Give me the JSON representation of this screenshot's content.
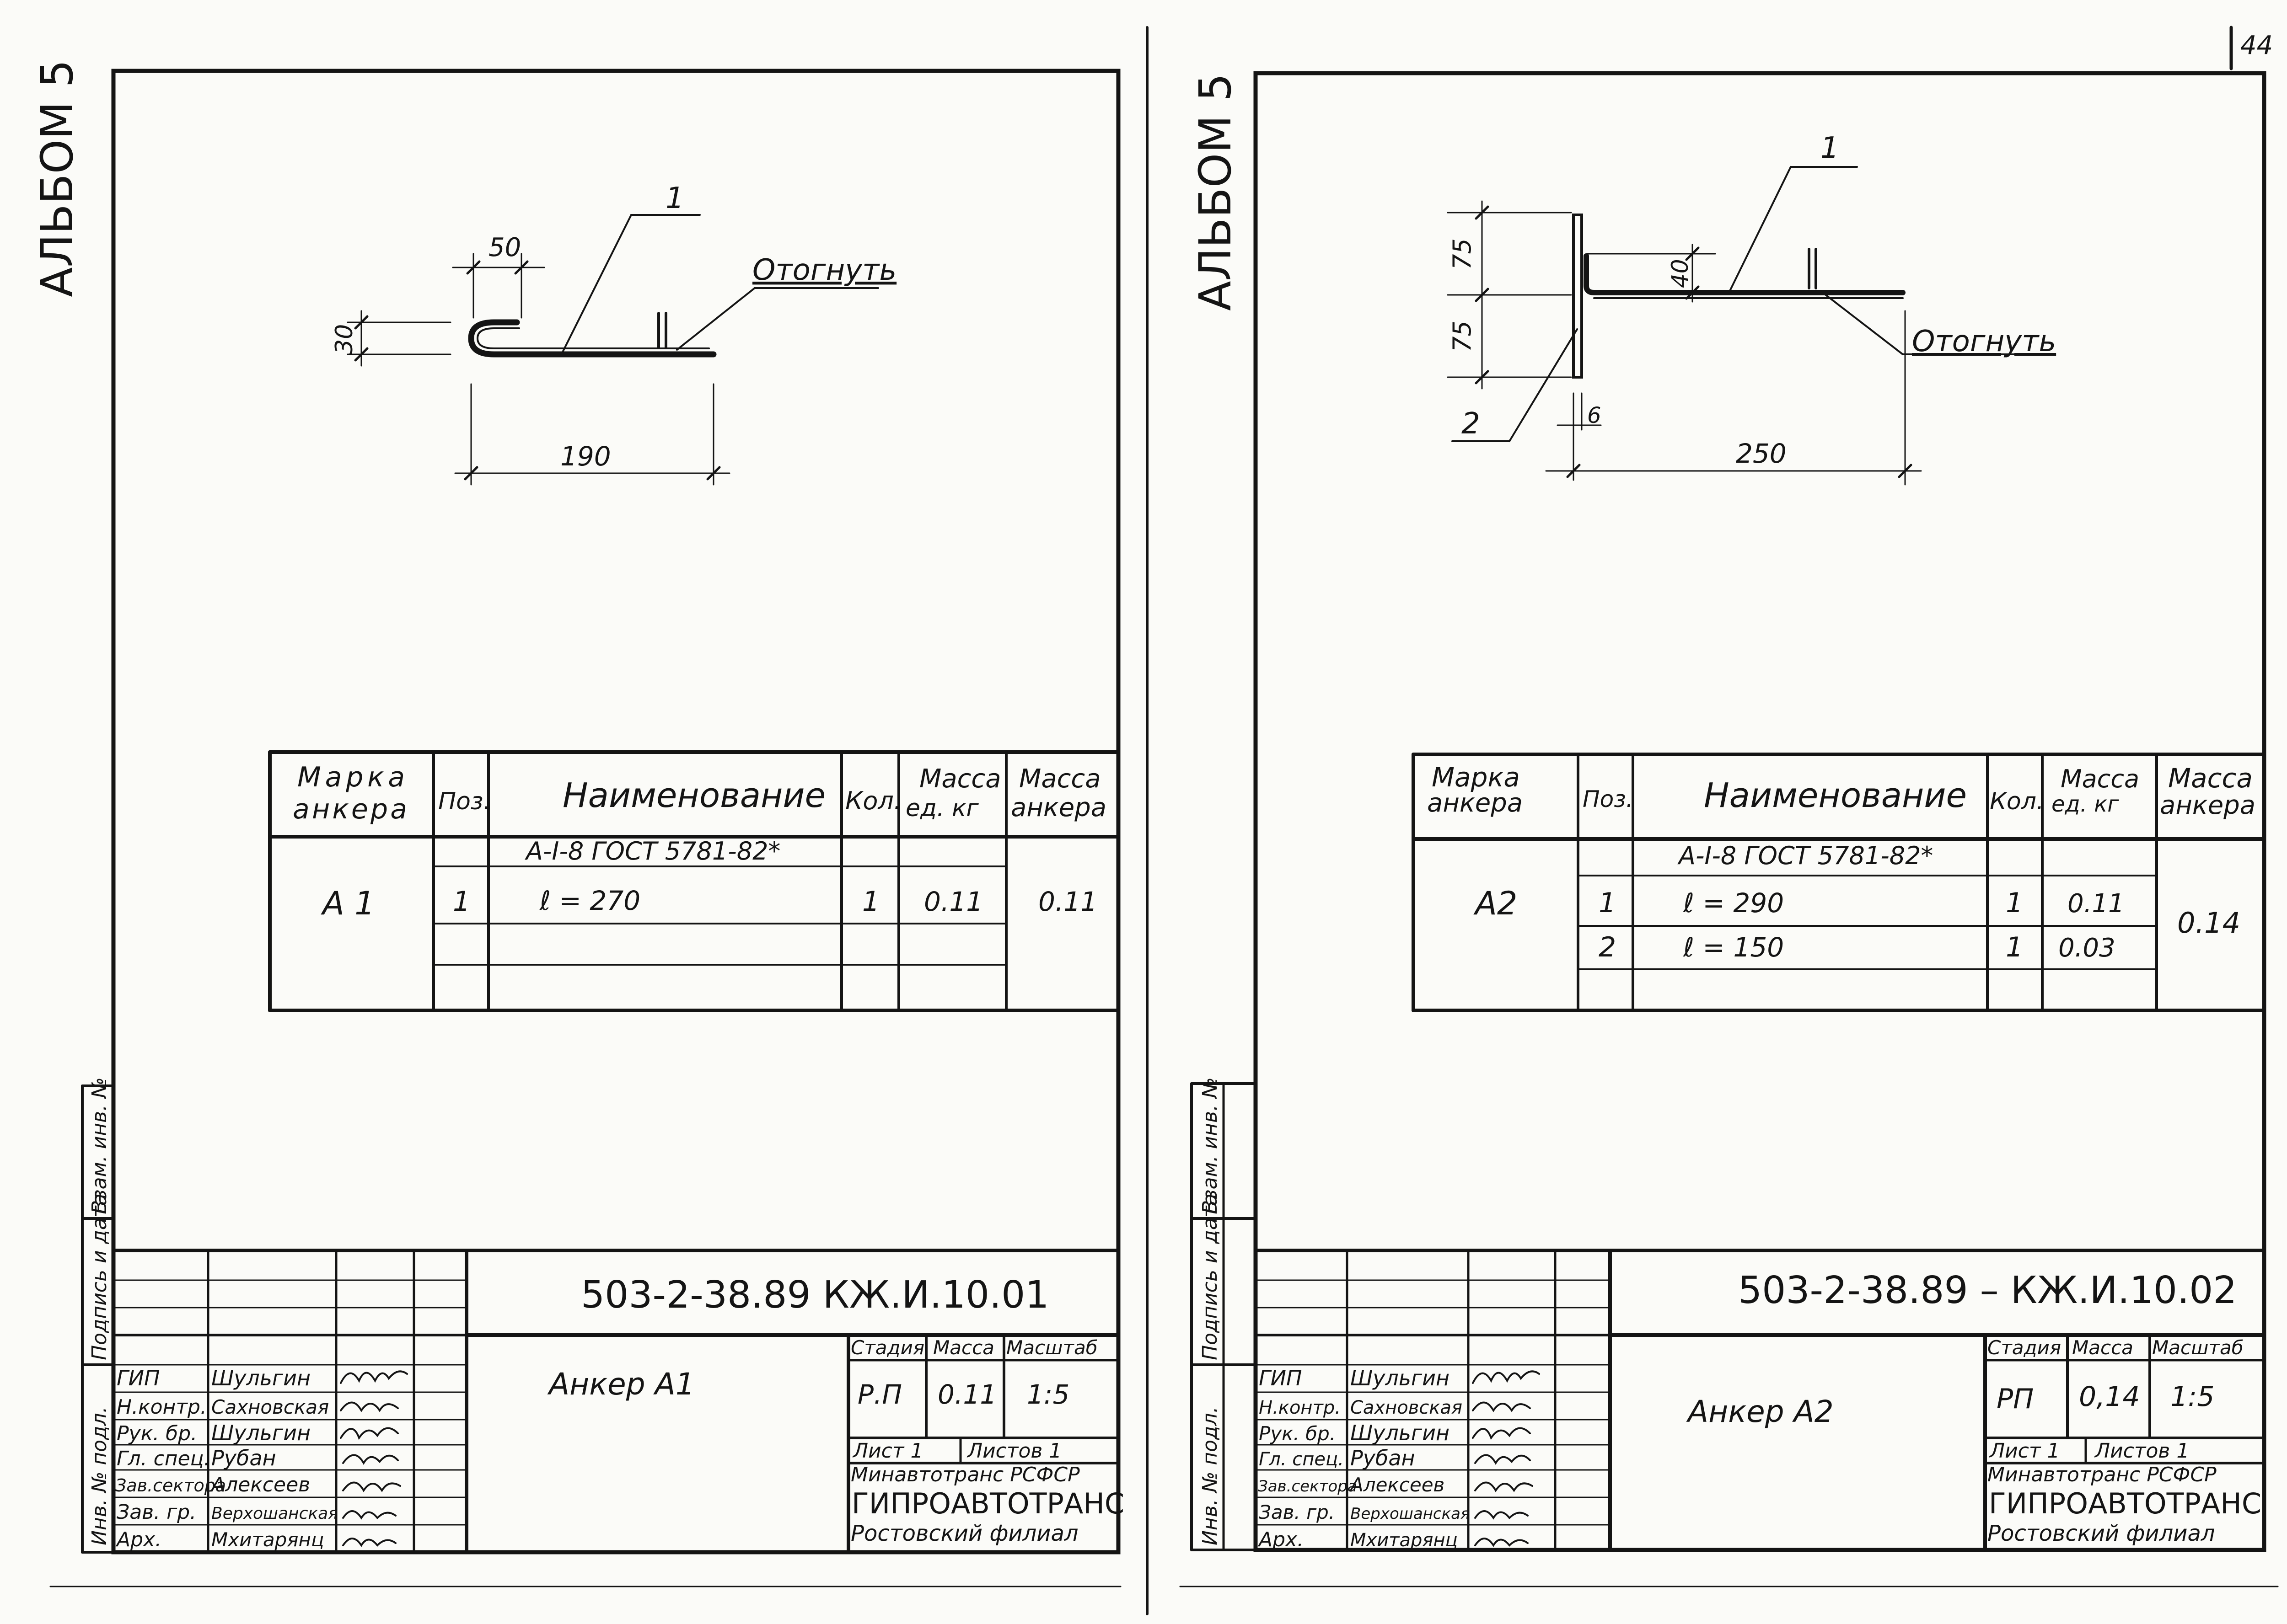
{
  "page_number": "44",
  "sheets": [
    {
      "album_label": "АЛЬБОМ 5",
      "drawing": {
        "callout": "1",
        "note": "Отогнуть",
        "dimensions": {
          "bend_width": "50",
          "bend_height": "30",
          "total_length": "190"
        }
      },
      "spec_table": {
        "headers": [
          "Марка анкера",
          "Поз.",
          "Наименование",
          "Кол.",
          "Масса ед. кг",
          "Масса анкера"
        ],
        "material": "A-I-8   ГОСТ 5781-82*",
        "anchor_mark": "А 1",
        "anchor_mass": "0.11",
        "rows": [
          {
            "pos": "1",
            "name": "ℓ = 270",
            "qty": "1",
            "mass": "0.11"
          }
        ]
      },
      "side_strip": [
        "Инв. № подл.",
        "Подпись и дата",
        "Взам. инв. №"
      ],
      "title_block": {
        "document_code": "503-2-38.89   КЖ.И.10.01",
        "roles": [
          "ГИП",
          "Н.контр.",
          "Рук. бр.",
          "Гл. спец.",
          "Зав.сектора",
          "Зав. гр.",
          "Арх."
        ],
        "names": [
          "Шульгин",
          "Сахновская",
          "Шульгин",
          "Рубан",
          "Алексеев",
          "Верхошанская",
          "Мхитарянц"
        ],
        "title": "Анкер А1",
        "stage_label": "Стадия",
        "mass_label": "Масса",
        "scale_label": "Масштаб",
        "stage": "Р.П",
        "mass": "0.11",
        "scale": "1:5",
        "sheet_label": "Лист 1",
        "sheets_label": "Листов 1",
        "org1": "Минавтотранс РСФСР",
        "org2": "ГИПРОАВТОТРАНС",
        "org3": "Ростовский филиал"
      }
    },
    {
      "album_label": "АЛЬБОМ 5",
      "drawing": {
        "callout1": "1",
        "callout2": "2",
        "note": "Отогнуть",
        "dimensions": {
          "upper": "75",
          "lower": "75",
          "offset": "40",
          "thickness": "6",
          "total_length": "250"
        }
      },
      "spec_table": {
        "headers": [
          "Марка анкера",
          "Поз.",
          "Наименование",
          "Кол.",
          "Масса ед. кг",
          "Масса анкера"
        ],
        "material": "A-I-8   ГОСТ 5781-82*",
        "anchor_mark": "А2",
        "anchor_mass": "0.14",
        "rows": [
          {
            "pos": "1",
            "name": "ℓ = 290",
            "qty": "1",
            "mass": "0.11"
          },
          {
            "pos": "2",
            "name": "ℓ = 150",
            "qty": "1",
            "mass": "0.03"
          }
        ]
      },
      "side_strip": [
        "Инв. № подл.",
        "Подпись и дата",
        "Взам. инв. №"
      ],
      "title_block": {
        "document_code": "503-2-38.89 – КЖ.И.10.02",
        "roles": [
          "ГИП",
          "Н.контр.",
          "Рук. бр.",
          "Гл. спец.",
          "Зав.сектора",
          "Зав. гр.",
          "Арх."
        ],
        "names": [
          "Шульгин",
          "Сахновская",
          "Шульгин",
          "Рубан",
          "Алексеев",
          "Верхошанская",
          "Мхитарянц"
        ],
        "title": "Анкер А2",
        "stage_label": "Стадия",
        "mass_label": "Масса",
        "scale_label": "Масштаб",
        "stage": "РП",
        "mass": "0,14",
        "scale": "1:5",
        "sheet_label": "Лист 1",
        "sheets_label": "Листов 1",
        "org1": "Минавтотранс РСФСР",
        "org2": "ГИПРОАВТОТРАНС",
        "org3": "Ростовский филиал"
      }
    }
  ]
}
